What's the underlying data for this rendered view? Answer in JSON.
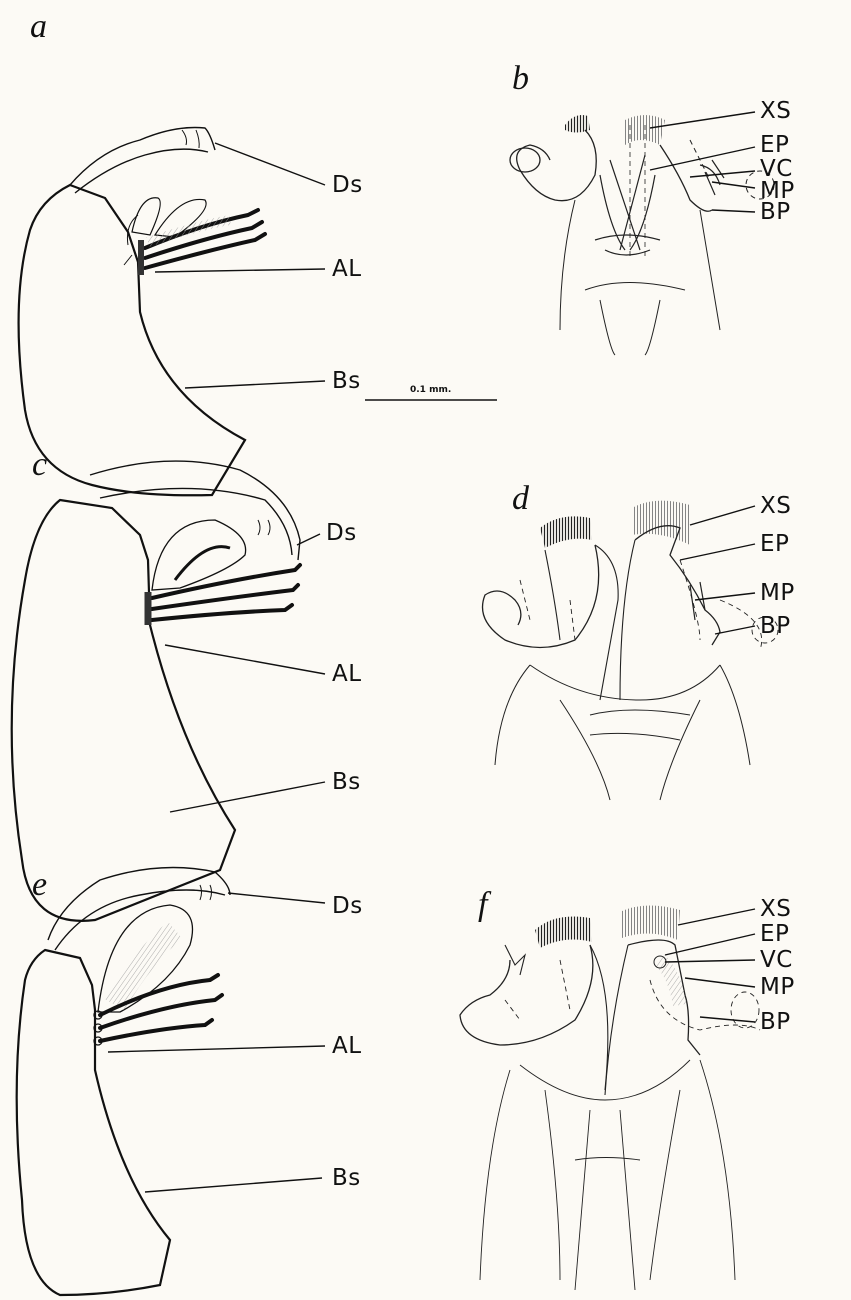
{
  "panels": {
    "a": {
      "letter": "a",
      "labels": {
        "Ds": "Ds",
        "AL": "AL",
        "Bs": "Bs"
      }
    },
    "b": {
      "letter": "b",
      "labels": {
        "XS": "XS",
        "EP": "EP",
        "VC": "VC",
        "MP": "MP",
        "BP": "BP"
      }
    },
    "c": {
      "letter": "c",
      "labels": {
        "Ds": "Ds",
        "AL": "AL",
        "Bs": "Bs"
      }
    },
    "d": {
      "letter": "d",
      "labels": {
        "XS": "XS",
        "EP": "EP",
        "MP": "MP",
        "BP": "BP"
      }
    },
    "e": {
      "letter": "e",
      "labels": {
        "Ds": "Ds",
        "AL": "AL",
        "Bs": "Bs"
      }
    },
    "f": {
      "letter": "f",
      "labels": {
        "XS": "XS",
        "EP": "EP",
        "VC": "VC",
        "MP": "MP",
        "BP": "BP"
      }
    }
  },
  "scale_bar": {
    "text": "0.1 mm."
  }
}
